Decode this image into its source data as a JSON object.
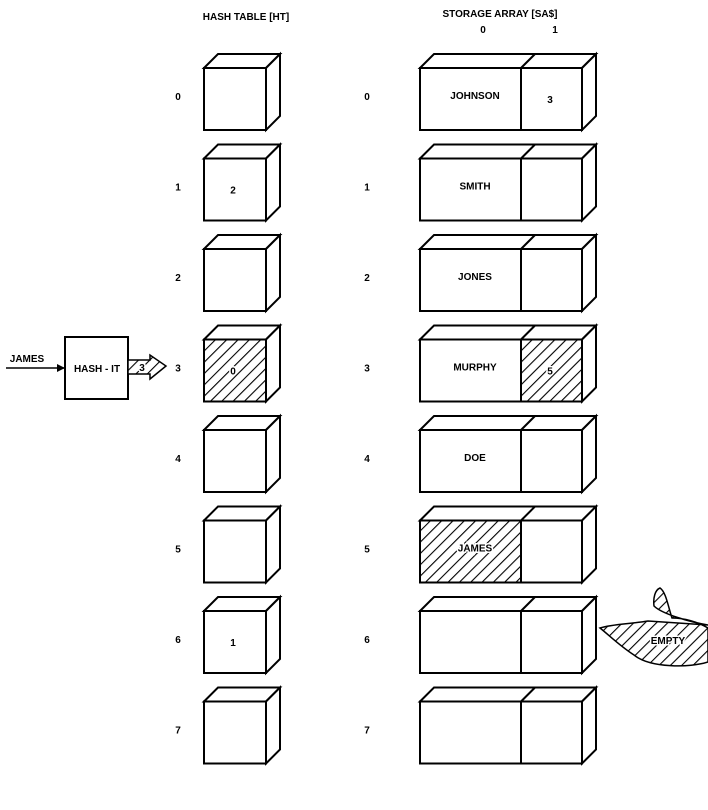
{
  "ht_header": "HASH TABLE [HT]",
  "sa_header": "STORAGE ARRAY [SA$]",
  "sa_col_labels": [
    "0",
    "1"
  ],
  "input_label": "JAMES",
  "hash_box_label": "HASH - IT",
  "hash_output": "3",
  "empty_label": "EMPTY",
  "rows": [
    {
      "index": "0",
      "ht_value": "",
      "ht_hatched": false,
      "sa_name": "JOHNSON",
      "sa_link": "3",
      "name_hatched": false,
      "link_hatched": false
    },
    {
      "index": "1",
      "ht_value": "2",
      "ht_hatched": false,
      "sa_name": "SMITH",
      "sa_link": "",
      "name_hatched": false,
      "link_hatched": false
    },
    {
      "index": "2",
      "ht_value": "",
      "ht_hatched": false,
      "sa_name": "JONES",
      "sa_link": "",
      "name_hatched": false,
      "link_hatched": false
    },
    {
      "index": "3",
      "ht_value": "0",
      "ht_hatched": true,
      "sa_name": "MURPHY",
      "sa_link": "5",
      "name_hatched": false,
      "link_hatched": true
    },
    {
      "index": "4",
      "ht_value": "",
      "ht_hatched": false,
      "sa_name": "DOE",
      "sa_link": "",
      "name_hatched": false,
      "link_hatched": false
    },
    {
      "index": "5",
      "ht_value": "",
      "ht_hatched": false,
      "sa_name": "JAMES",
      "sa_link": "",
      "name_hatched": true,
      "link_hatched": false
    },
    {
      "index": "6",
      "ht_value": "1",
      "ht_hatched": false,
      "sa_name": "",
      "sa_link": "",
      "name_hatched": false,
      "link_hatched": false
    },
    {
      "index": "7",
      "ht_value": "",
      "ht_hatched": false,
      "sa_name": "",
      "sa_link": "",
      "name_hatched": false,
      "link_hatched": false
    }
  ]
}
